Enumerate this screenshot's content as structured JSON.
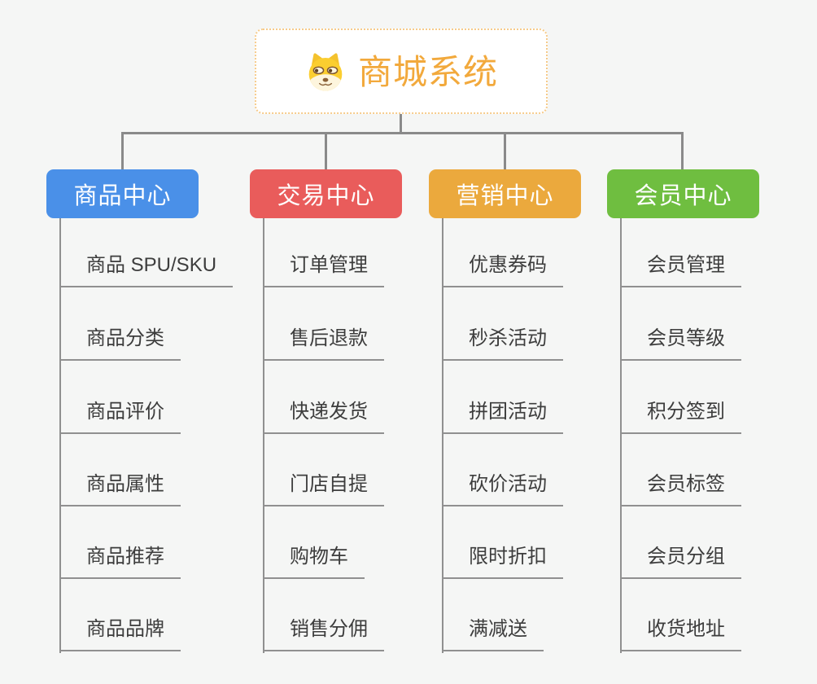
{
  "app": {
    "background_color": "#f5f6f5",
    "connector_color": "#8a8a8a",
    "underline_color": "#909090"
  },
  "root": {
    "label": "商城系统",
    "icon": "dog-face-icon",
    "text_color": "#f2a93c",
    "border_color": "#f6cb8b"
  },
  "branches": [
    {
      "label": "商品中心",
      "color": "#4a90e8",
      "items": [
        "商品 SPU/SKU",
        "商品分类",
        "商品评价",
        "商品属性",
        "商品推荐",
        "商品品牌"
      ]
    },
    {
      "label": "交易中心",
      "color": "#e95c5b",
      "items": [
        "订单管理",
        "售后退款",
        "快递发货",
        "门店自提",
        "购物车",
        "销售分佣"
      ]
    },
    {
      "label": "营销中心",
      "color": "#eba93d",
      "items": [
        "优惠券码",
        "秒杀活动",
        "拼团活动",
        "砍价活动",
        "限时折扣",
        "满减送"
      ]
    },
    {
      "label": "会员中心",
      "color": "#6fbe40",
      "items": [
        "会员管理",
        "会员等级",
        "积分签到",
        "会员标签",
        "会员分组",
        "收货地址"
      ]
    }
  ]
}
